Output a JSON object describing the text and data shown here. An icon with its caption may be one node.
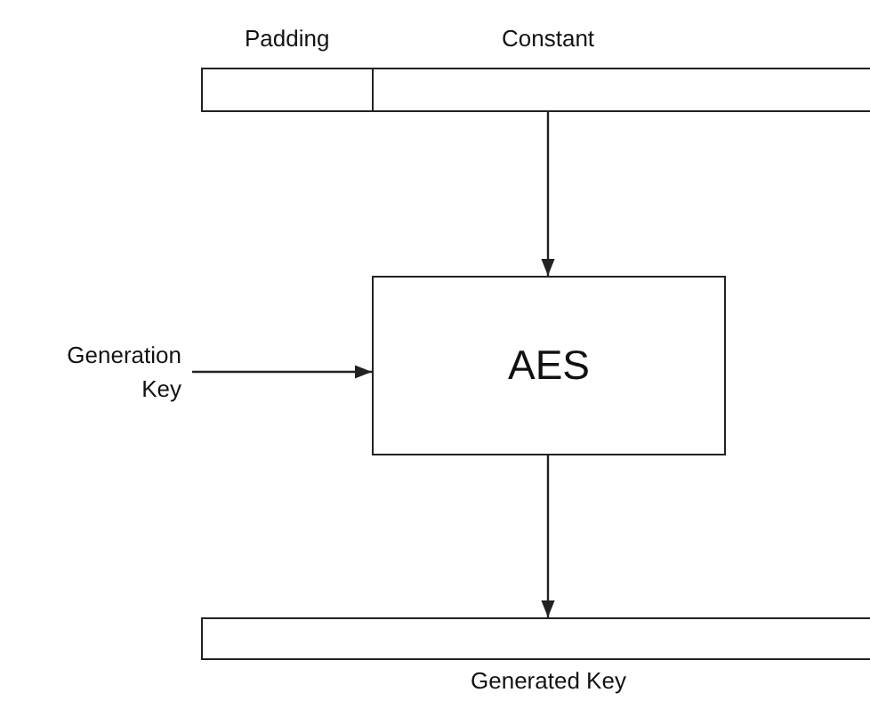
{
  "diagram": {
    "nodes": [
      {
        "text": [
          "Padding"
        ]
      },
      {
        "text": [
          "Constant"
        ]
      },
      {
        "text": [
          "Generation Key"
        ]
      },
      {
        "text": [
          "AES"
        ]
      },
      {
        "text": [
          "Generated Key"
        ]
      }
    ],
    "edges": [
      {
        "from": 1,
        "to": 3,
        "arrow": "to"
      },
      {
        "from": 2,
        "to": 3,
        "arrow": "to"
      },
      {
        "from": 3,
        "to": 4,
        "arrow": "to"
      }
    ]
  }
}
